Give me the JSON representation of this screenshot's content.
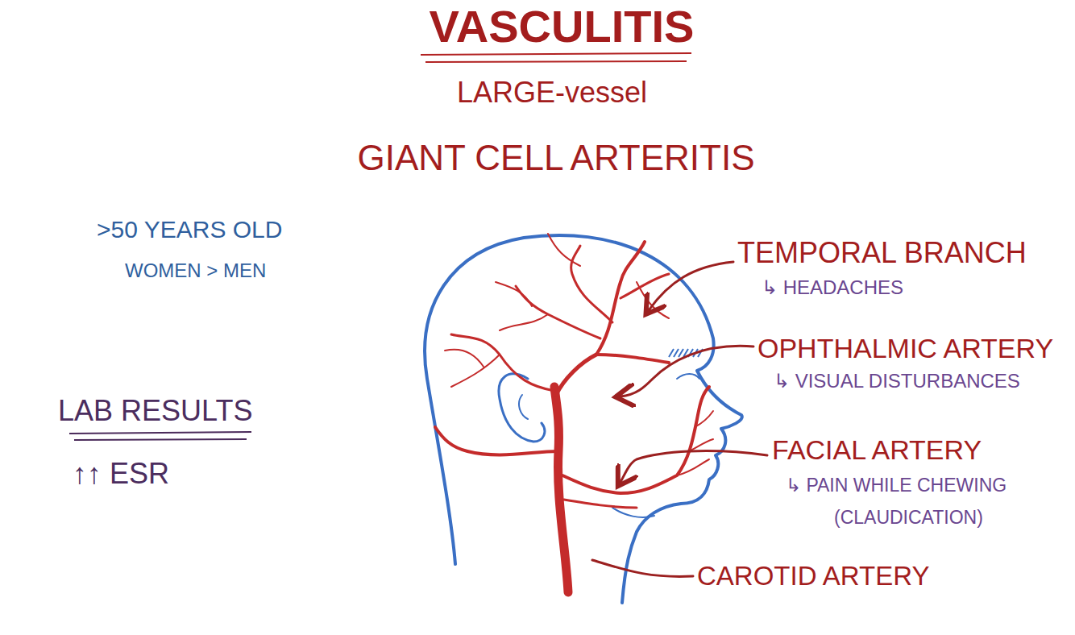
{
  "diagram": {
    "title": "VASCULITIS",
    "labels": [
      "LARGE-vessel",
      "GIANT CELL ARTERITIS",
      ">50 YEARS OLD",
      "WOMEN > MEN",
      "LAB RESULTS",
      "↑↑ ESR",
      "TEMPORAL BRANCH",
      "↳ HEADACHES",
      "OPHTHALMIC ARTERY",
      "↳ VISUAL DISTURBANCES",
      "FACIAL ARTERY",
      "↳ PAIN WHILE CHEWING",
      "(CLAUDICATION)",
      "CAROTID ARTERY"
    ]
  }
}
